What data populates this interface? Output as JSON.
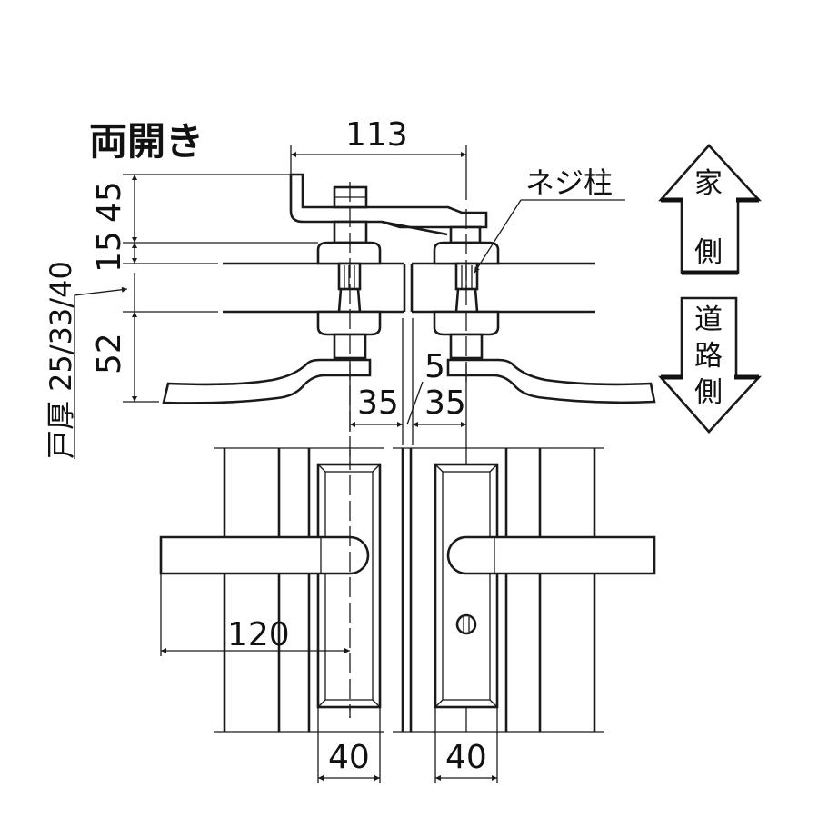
{
  "title": "両開き",
  "dimensions": {
    "top_width": "113",
    "height_45": "45",
    "height_15": "15",
    "height_52": "52",
    "door_thickness": "戸厚 25/33/40",
    "gap": "5",
    "left_offset": "35",
    "right_offset": "35",
    "lever_length": "120",
    "plate_width_left": "40",
    "plate_width_right": "40"
  },
  "labels": {
    "screw_post": "ネジ柱"
  },
  "arrows": {
    "house_side": [
      "家",
      "側"
    ],
    "road_side": [
      "道",
      "路",
      "側"
    ]
  }
}
